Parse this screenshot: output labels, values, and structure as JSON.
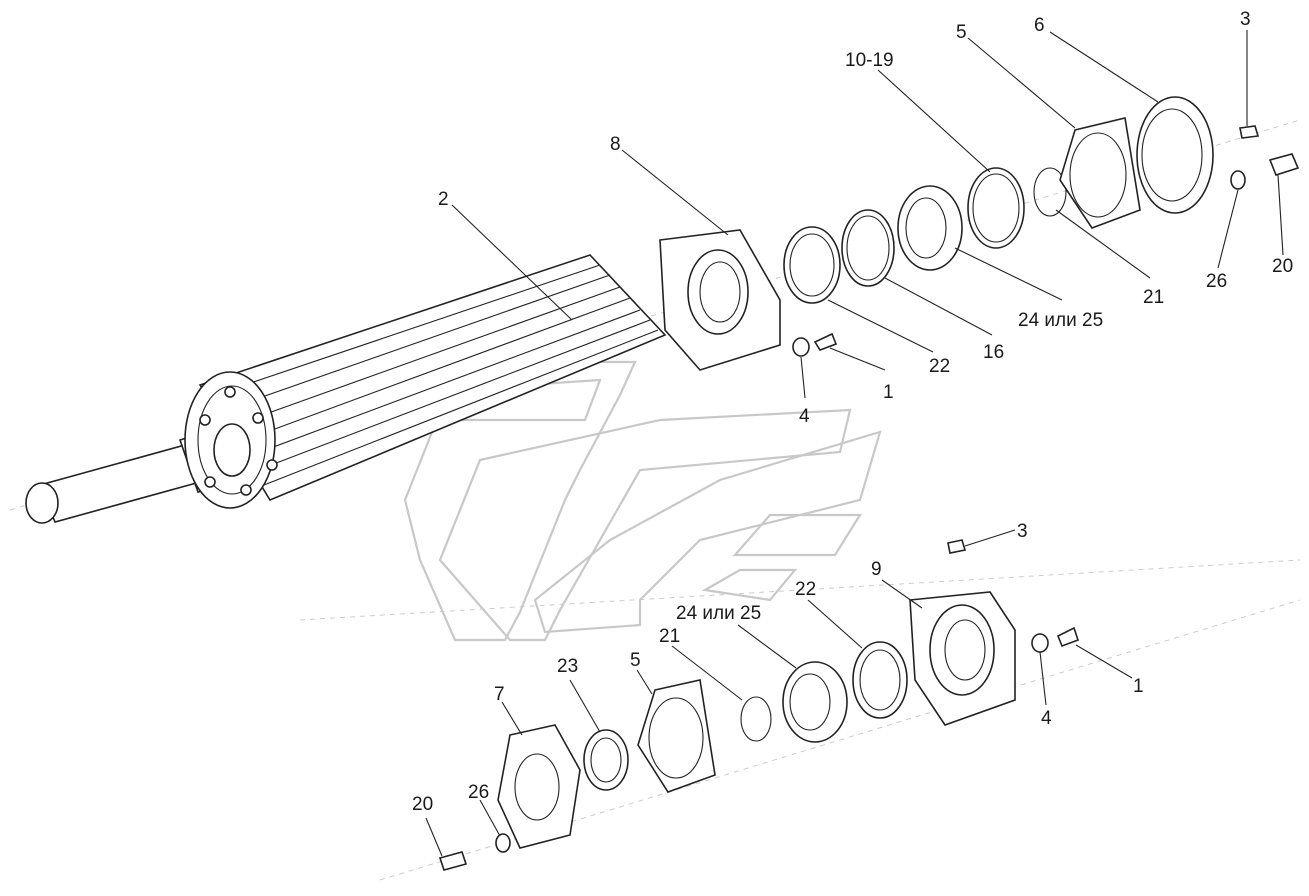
{
  "diagram": {
    "callouts": [
      {
        "id": "c-top-3",
        "text": "3"
      },
      {
        "id": "c-top-6",
        "text": "6"
      },
      {
        "id": "c-top-5",
        "text": "5"
      },
      {
        "id": "c-top-10-19",
        "text": "10-19"
      },
      {
        "id": "c-top-8",
        "text": "8"
      },
      {
        "id": "c-top-2",
        "text": "2"
      },
      {
        "id": "c-top-20",
        "text": "20"
      },
      {
        "id": "c-top-26",
        "text": "26"
      },
      {
        "id": "c-top-21",
        "text": "21"
      },
      {
        "id": "c-top-24-25",
        "text": "24 или 25"
      },
      {
        "id": "c-top-16",
        "text": "16"
      },
      {
        "id": "c-top-22",
        "text": "22"
      },
      {
        "id": "c-top-1",
        "text": "1"
      },
      {
        "id": "c-top-4",
        "text": "4"
      },
      {
        "id": "c-bot-3",
        "text": "3"
      },
      {
        "id": "c-bot-9",
        "text": "9"
      },
      {
        "id": "c-bot-22",
        "text": "22"
      },
      {
        "id": "c-bot-24-25",
        "text": "24 или 25"
      },
      {
        "id": "c-bot-21",
        "text": "21"
      },
      {
        "id": "c-bot-5",
        "text": "5"
      },
      {
        "id": "c-bot-23",
        "text": "23"
      },
      {
        "id": "c-bot-7",
        "text": "7"
      },
      {
        "id": "c-bot-1",
        "text": "1"
      },
      {
        "id": "c-bot-4",
        "text": "4"
      },
      {
        "id": "c-bot-26",
        "text": "26"
      },
      {
        "id": "c-bot-20",
        "text": "20"
      }
    ]
  },
  "colors": {
    "line": "#222222",
    "watermark": "#c8c8c8",
    "background": "#ffffff"
  }
}
